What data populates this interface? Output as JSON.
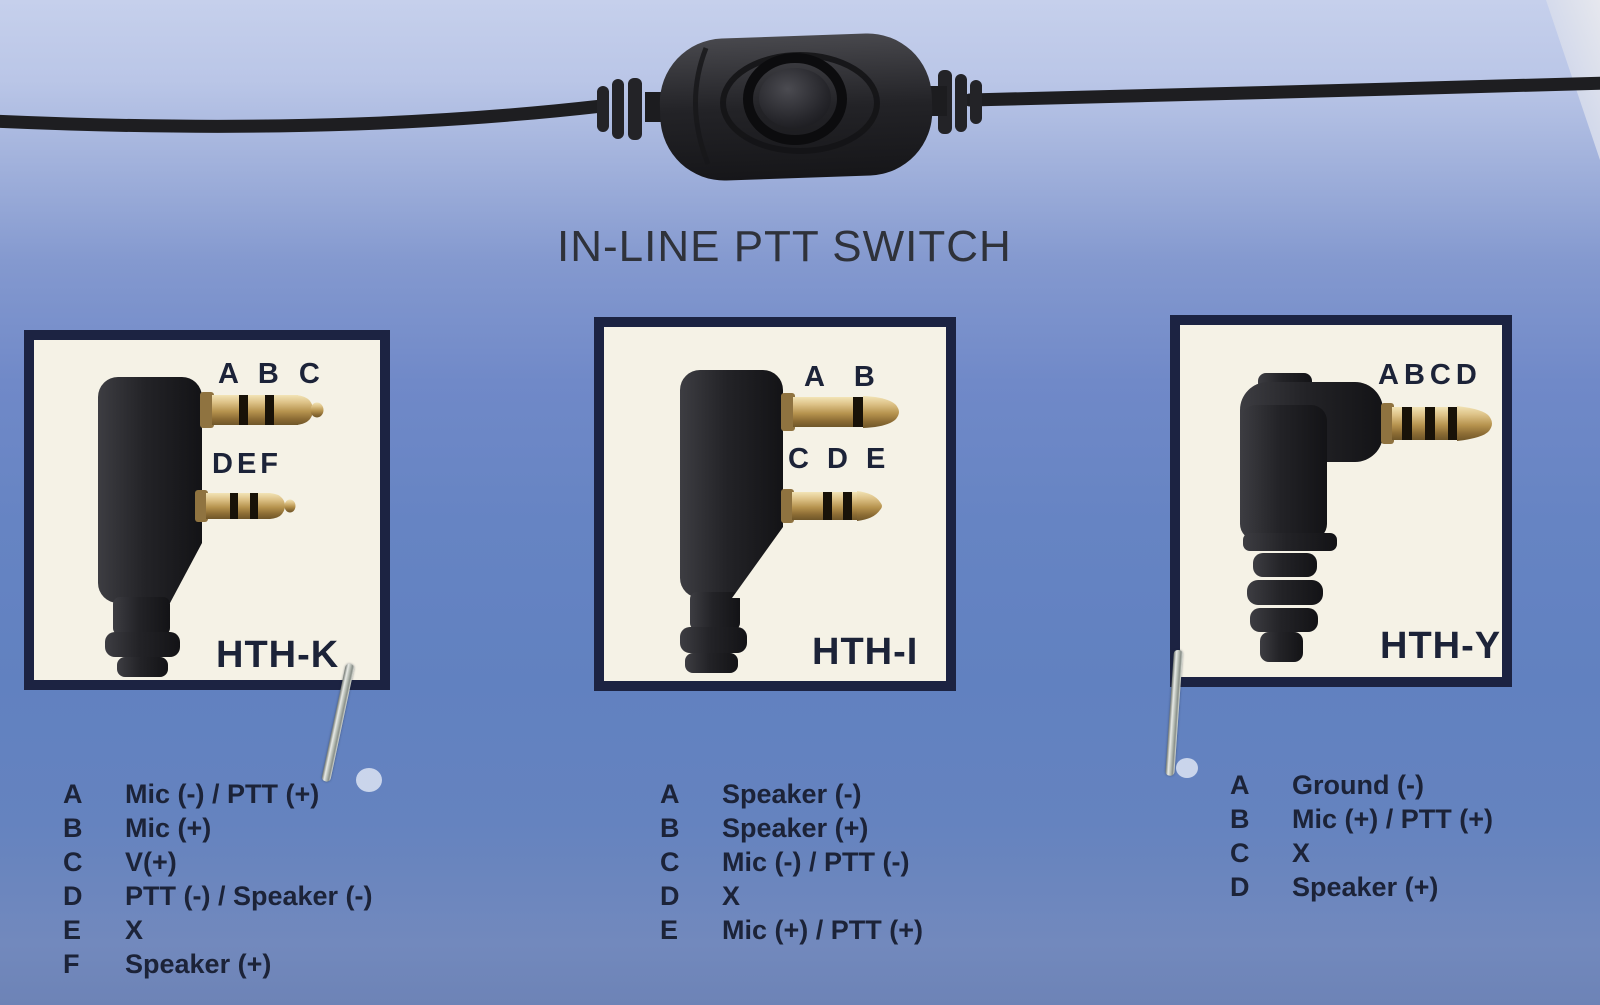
{
  "title": "IN-LINE PTT SWITCH",
  "connectors": [
    {
      "model": "HTH-K",
      "top_plug_label": "A B C",
      "bottom_plug_label": "DEF",
      "pins": [
        {
          "pin": "A",
          "desc": "Mic (-) / PTT (+)"
        },
        {
          "pin": "B",
          "desc": "Mic (+)"
        },
        {
          "pin": "C",
          "desc": "V(+)"
        },
        {
          "pin": "D",
          "desc": "PTT (-) / Speaker (-)"
        },
        {
          "pin": "E",
          "desc": "X"
        },
        {
          "pin": "F",
          "desc": "Speaker (+)"
        }
      ]
    },
    {
      "model": "HTH-I",
      "top_plug_label": "A B",
      "bottom_plug_label": "C D E",
      "pins": [
        {
          "pin": "A",
          "desc": "Speaker (-)"
        },
        {
          "pin": "B",
          "desc": "Speaker (+)"
        },
        {
          "pin": "C",
          "desc": "Mic (-) / PTT (-)"
        },
        {
          "pin": "D",
          "desc": "X"
        },
        {
          "pin": "E",
          "desc": "Mic (+) / PTT (+)"
        }
      ]
    },
    {
      "model": "HTH-Y",
      "top_plug_label": "ABCD",
      "pins": [
        {
          "pin": "A",
          "desc": "Ground (-)"
        },
        {
          "pin": "B",
          "desc": "Mic (+) / PTT (+)"
        },
        {
          "pin": "C",
          "desc": "X"
        },
        {
          "pin": "D",
          "desc": "Speaker (+)"
        }
      ]
    }
  ],
  "colors": {
    "card_blue": "#6181c0",
    "card_blue_light": "#c6d0ec",
    "box_bg": "#f5f2e6",
    "box_border": "#1c2342",
    "text_navy": "#1c2338",
    "title_gray": "#2f323a",
    "plug_gold": "#b6934e",
    "connector_black": "#232327",
    "cable_black": "#1e1e21",
    "staple_silver": "#c9cdc7"
  }
}
